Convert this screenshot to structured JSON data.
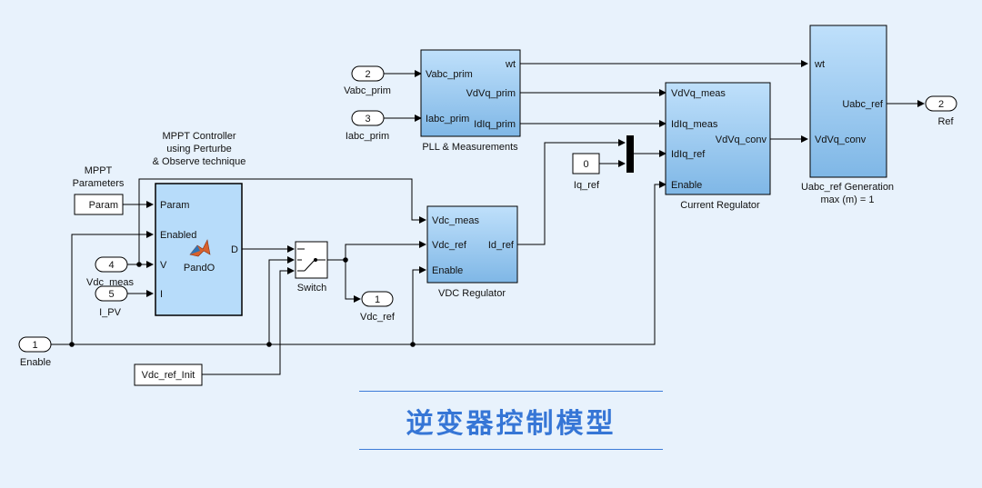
{
  "caption": "逆变器控制模型",
  "blocks": {
    "pll": {
      "title": "PLL & Measurements",
      "in": [
        "Vabc_prim",
        "Iabc_prim"
      ],
      "out": [
        "wt",
        "VdVq_prim",
        "IdIq_prim"
      ]
    },
    "current_reg": {
      "title": "Current Regulator",
      "in": [
        "VdVq_meas",
        "IdIq_meas",
        "IdIq_ref",
        "Enable"
      ],
      "out": [
        "VdVq_conv"
      ]
    },
    "uabc_gen": {
      "title": "Uabc_ref Generation",
      "subtitle": "max (m) = 1",
      "in": [
        "wt",
        "VdVq_conv"
      ],
      "out": [
        "Uabc_ref"
      ]
    },
    "mppt": {
      "title_lines": [
        "MPPT Controller",
        "using Perturbe",
        "& Observe technique"
      ],
      "name": "PandO",
      "in": [
        "Param",
        "Enabled",
        "V",
        "I"
      ],
      "out": [
        "D"
      ]
    },
    "vdc_reg": {
      "title": "VDC Regulator",
      "in": [
        "Vdc_meas",
        "Vdc_ref",
        "Enable"
      ],
      "out": [
        "Id_ref"
      ]
    },
    "switch": {
      "title": "Switch"
    }
  },
  "inports": [
    {
      "num": "2",
      "label": "Vabc_prim"
    },
    {
      "num": "3",
      "label": "Iabc_prim"
    },
    {
      "num": "4",
      "label": "Vdc_meas"
    },
    {
      "num": "5",
      "label": "I_PV"
    },
    {
      "num": "1",
      "label": "Enable"
    }
  ],
  "outports": [
    {
      "num": "1",
      "label": "Vdc_ref"
    },
    {
      "num": "2",
      "label": "Ref"
    }
  ],
  "constants": {
    "param": {
      "value": "Param",
      "label_lines": [
        "MPPT",
        "Parameters"
      ]
    },
    "iq_ref": {
      "value": "0",
      "label": "Iq_ref"
    },
    "vdc_ref_init": {
      "value": "Vdc_ref_Init"
    }
  }
}
